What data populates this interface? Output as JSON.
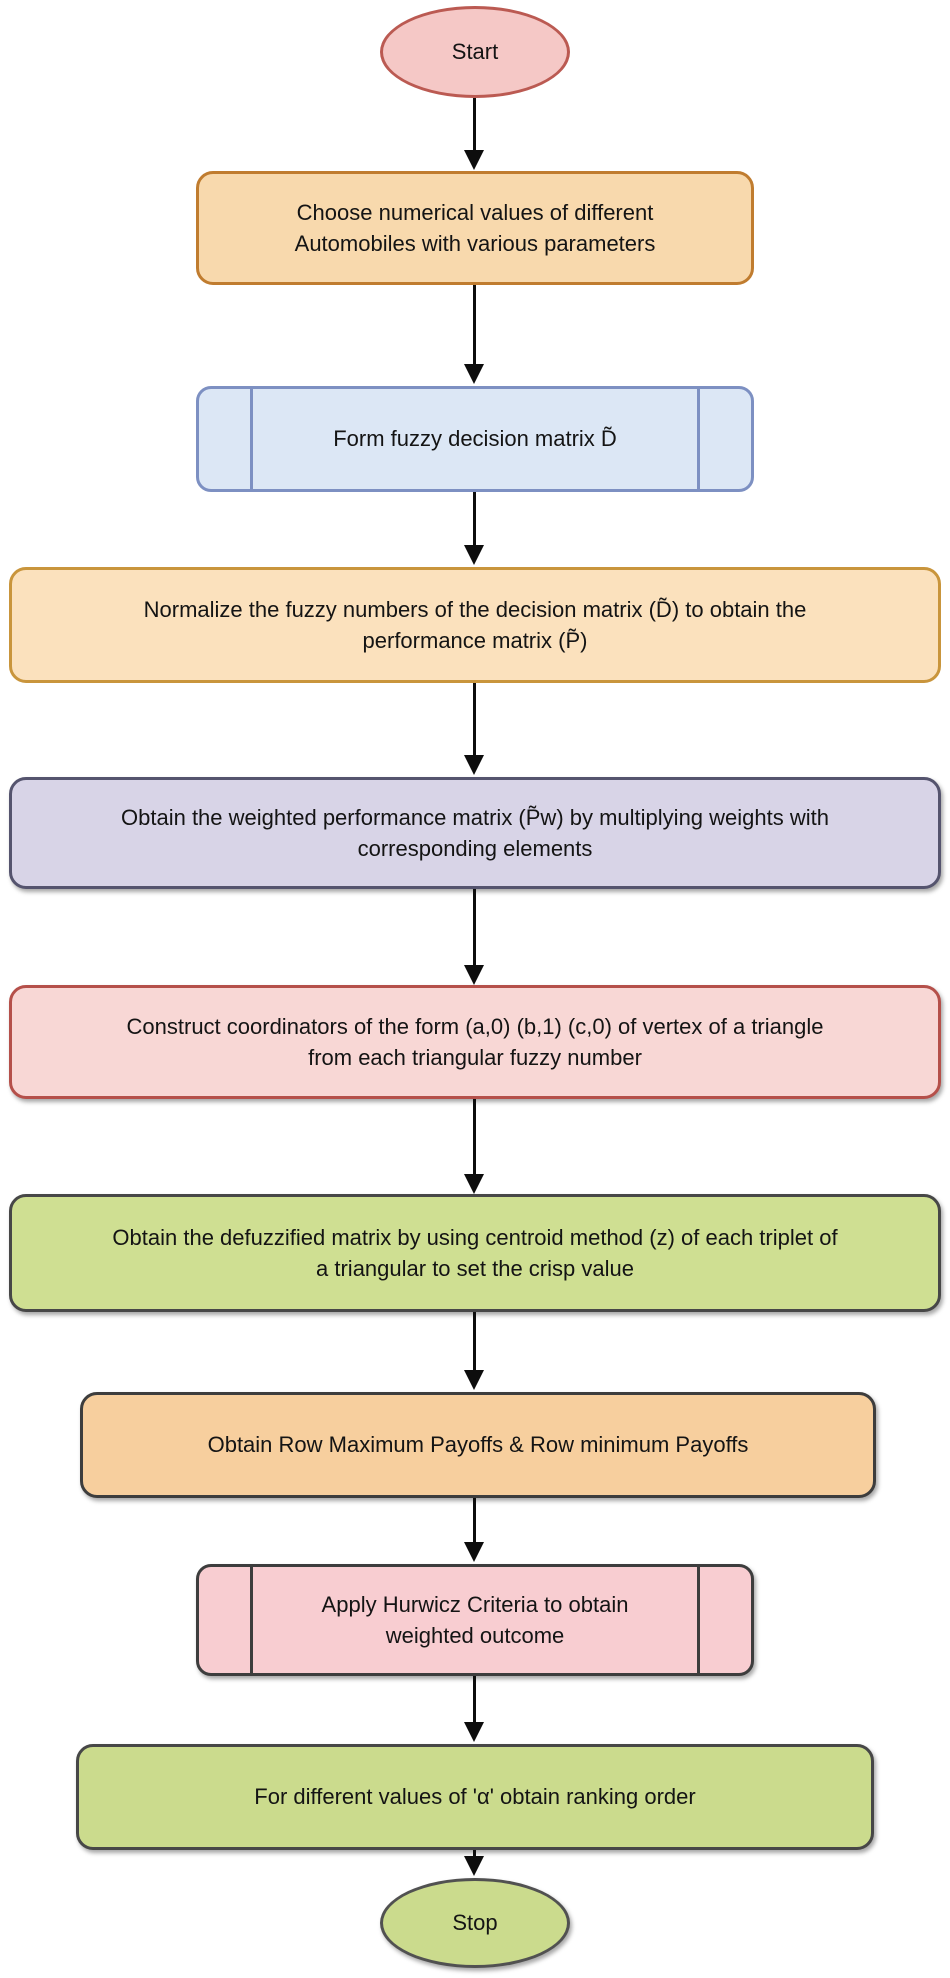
{
  "figure": {
    "type": "flowchart",
    "background": "#ffffff",
    "arrow_color": "#0d0d0d"
  },
  "nodes": [
    {
      "id": "start",
      "shape": "terminator",
      "label": "Start",
      "fill": "#f5c8c6",
      "stroke": "#bb5a52"
    },
    {
      "id": "choose-parameters",
      "shape": "process",
      "label": "Choose numerical values of different\nAutomobiles with various parameters",
      "fill": "#f8d9ad",
      "stroke": "#c07c2f"
    },
    {
      "id": "form-fuzzy-decision-matrix",
      "shape": "predefined-process",
      "label": "Form fuzzy decision matrix D̃",
      "fill": "#dce7f5",
      "stroke": "#7d90c2"
    },
    {
      "id": "normalize-fuzzy-numbers",
      "shape": "process",
      "label": "Normalize the fuzzy numbers of the decision matrix (D̃) to obtain the\nperformance matrix  (P̃)",
      "fill": "#fbe1bd",
      "stroke": "#c9953c"
    },
    {
      "id": "weighted-performance-matrix",
      "shape": "process",
      "label": "Obtain the weighted performance matrix (P̃w) by multiplying weights with\ncorresponding elements",
      "fill": "#d8d4e7",
      "stroke": "#55546e"
    },
    {
      "id": "construct-coordinators",
      "shape": "process",
      "label": "Construct coordinators of the form (a,0) (b,1) (c,0) of vertex of a triangle\nfrom each triangular fuzzy number",
      "fill": "#f8d7d5",
      "stroke": "#b5504a"
    },
    {
      "id": "defuzzified-matrix",
      "shape": "process",
      "label": "Obtain the defuzzified matrix by using centroid method (z) of each triplet of\na triangular to set the crisp value",
      "fill": "#cfdf92",
      "stroke": "#474747"
    },
    {
      "id": "row-payoffs",
      "shape": "process",
      "label": "Obtain Row Maximum Payoffs & Row minimum Payoffs",
      "fill": "#f7cf9e",
      "stroke": "#3d3d3d"
    },
    {
      "id": "apply-hurwicz",
      "shape": "predefined-process",
      "label": "Apply Hurwicz Criteria to obtain\nweighted outcome",
      "fill": "#f8cdd1",
      "stroke": "#3d3d3d"
    },
    {
      "id": "ranking-order",
      "shape": "process",
      "label": "For different values of 'α' obtain ranking order",
      "fill": "#cbdb8d",
      "stroke": "#474747"
    },
    {
      "id": "stop",
      "shape": "terminator",
      "label": "Stop",
      "fill": "#cbdb8d",
      "stroke": "#515151"
    }
  ],
  "connectors": [
    {
      "from": "start",
      "to": "choose-parameters"
    },
    {
      "from": "choose-parameters",
      "to": "form-fuzzy-decision-matrix"
    },
    {
      "from": "form-fuzzy-decision-matrix",
      "to": "normalize-fuzzy-numbers"
    },
    {
      "from": "normalize-fuzzy-numbers",
      "to": "weighted-performance-matrix"
    },
    {
      "from": "weighted-performance-matrix",
      "to": "construct-coordinators"
    },
    {
      "from": "construct-coordinators",
      "to": "defuzzified-matrix"
    },
    {
      "from": "defuzzified-matrix",
      "to": "row-payoffs"
    },
    {
      "from": "row-payoffs",
      "to": "apply-hurwicz"
    },
    {
      "from": "apply-hurwicz",
      "to": "ranking-order"
    },
    {
      "from": "ranking-order",
      "to": "stop"
    }
  ]
}
